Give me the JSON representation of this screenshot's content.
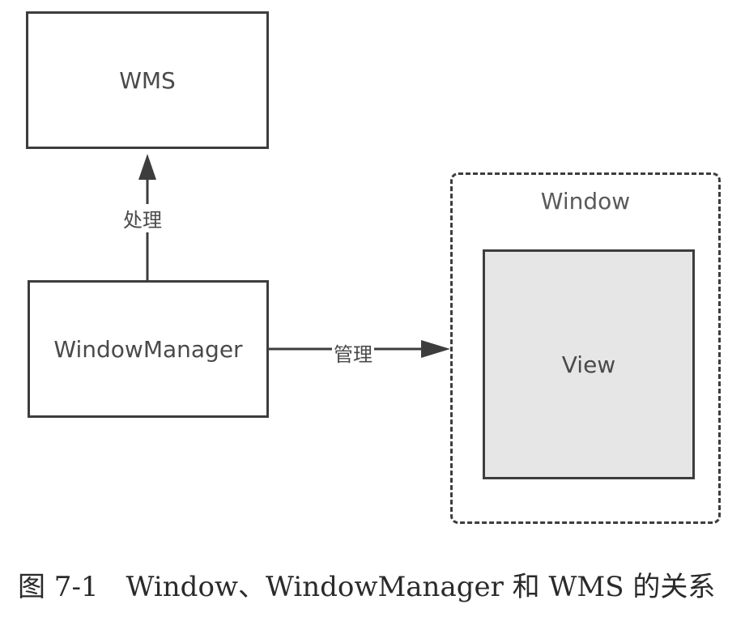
{
  "diagram": {
    "nodes": {
      "wms": {
        "label": "WMS"
      },
      "window_manager": {
        "label": "WindowManager"
      },
      "window": {
        "label": "Window"
      },
      "view": {
        "label": "View"
      }
    },
    "edges": {
      "handle": {
        "from": "WindowManager",
        "to": "WMS",
        "label": "处理"
      },
      "manage": {
        "from": "WindowManager",
        "to": "Window",
        "label": "管理"
      }
    },
    "colors": {
      "stroke": "#3d3d3d",
      "view_fill": "#e6e6e6"
    }
  },
  "caption": "图 7-1　Window、WindowManager 和 WMS 的关系"
}
